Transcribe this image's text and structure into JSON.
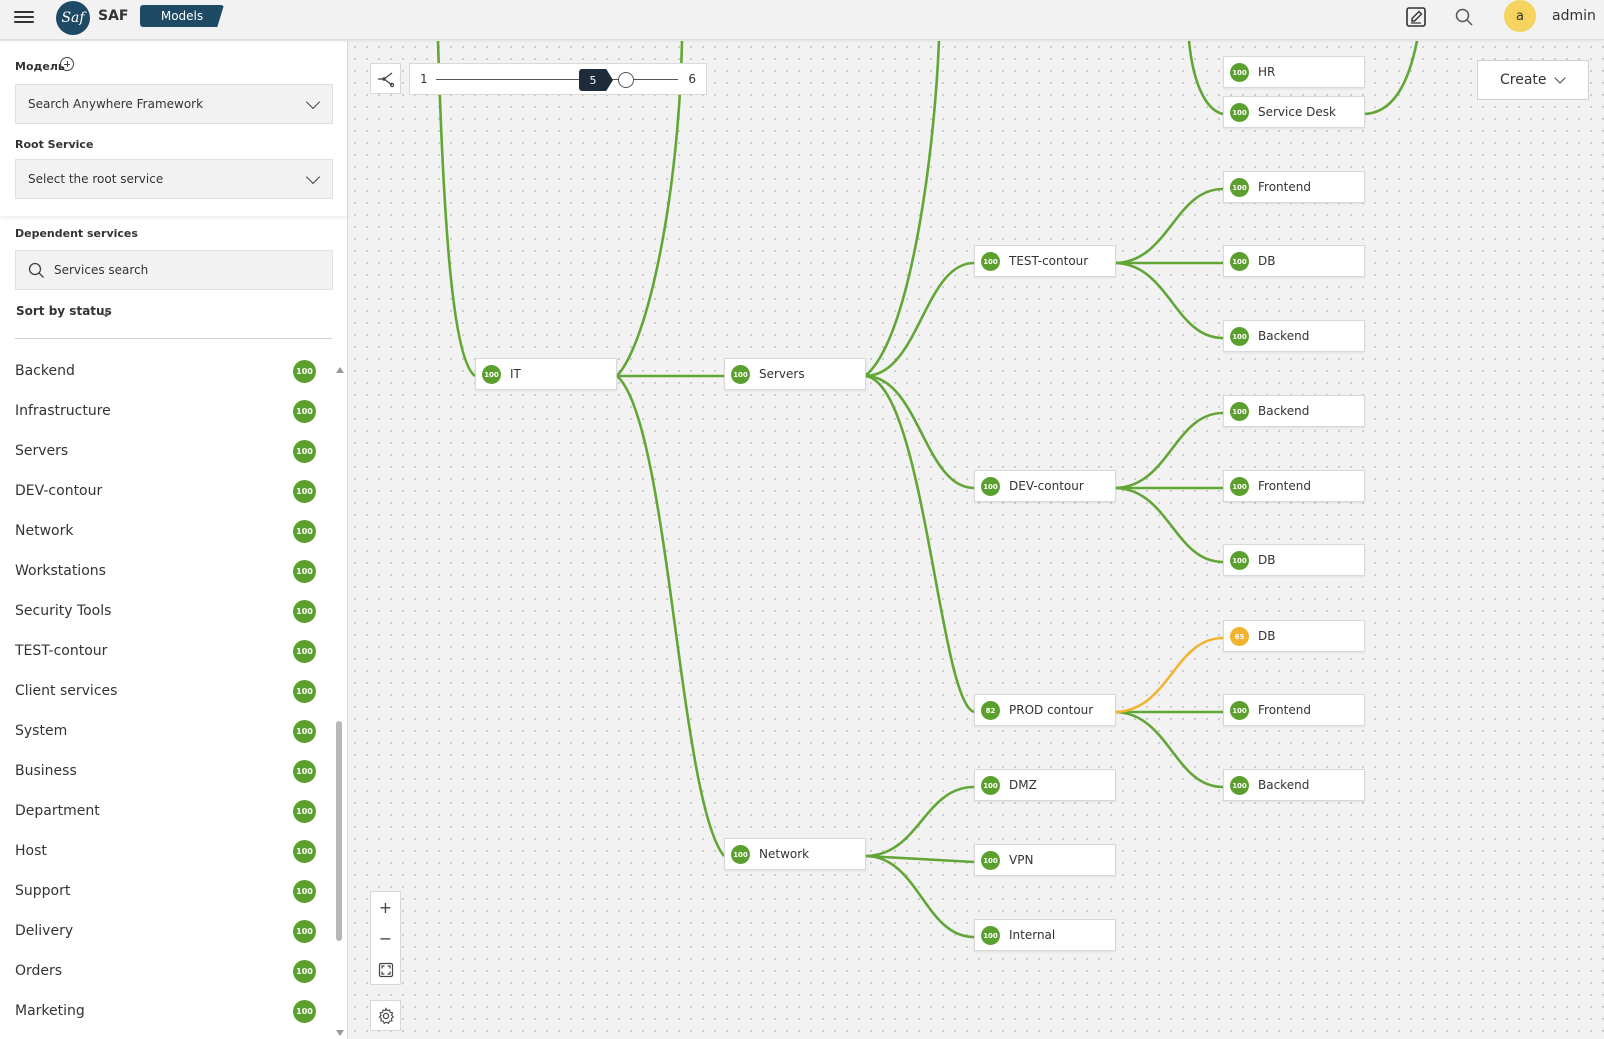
{
  "header": {
    "brand": "SAF",
    "logo_text": "Saf",
    "section_tag": "Models",
    "username": "admin",
    "avatar_letter": "a",
    "icons": [
      "menu-icon",
      "edit-note-icon",
      "search-icon"
    ]
  },
  "sidebar": {
    "model_label": "Модель",
    "model_value": "Search Anywhere Framework",
    "root_label": "Root Service",
    "root_value": "Select the root service",
    "dependent_label": "Dependent services",
    "search_placeholder": "Services search",
    "sort_label": "Sort by status",
    "services": [
      {
        "name": "Backend",
        "status": "100"
      },
      {
        "name": "Infrastructure",
        "status": "100"
      },
      {
        "name": "Servers",
        "status": "100"
      },
      {
        "name": "DEV-contour",
        "status": "100"
      },
      {
        "name": "Network",
        "status": "100"
      },
      {
        "name": "Workstations",
        "status": "100"
      },
      {
        "name": "Security Tools",
        "status": "100"
      },
      {
        "name": "TEST-contour",
        "status": "100"
      },
      {
        "name": "Client services",
        "status": "100"
      },
      {
        "name": "System",
        "status": "100"
      },
      {
        "name": "Business",
        "status": "100"
      },
      {
        "name": "Department",
        "status": "100"
      },
      {
        "name": "Host",
        "status": "100"
      },
      {
        "name": "Support",
        "status": "100"
      },
      {
        "name": "Delivery",
        "status": "100"
      },
      {
        "name": "Orders",
        "status": "100"
      },
      {
        "name": "Marketing",
        "status": "100"
      }
    ]
  },
  "canvas": {
    "depth_min": "1",
    "depth_max": "6",
    "depth_value": "5",
    "create_label": "Create",
    "zoom_in": "+",
    "zoom_out": "−",
    "nodes": [
      {
        "id": "hr",
        "label": "HR",
        "status": "100"
      },
      {
        "id": "service-desk",
        "label": "Service Desk",
        "status": "100"
      },
      {
        "id": "it",
        "label": "IT",
        "status": "100"
      },
      {
        "id": "servers",
        "label": "Servers",
        "status": "100"
      },
      {
        "id": "network",
        "label": "Network",
        "status": "100"
      },
      {
        "id": "test-contour",
        "label": "TEST-contour",
        "status": "100"
      },
      {
        "id": "dev-contour",
        "label": "DEV-contour",
        "status": "100"
      },
      {
        "id": "prod-contour",
        "label": "PROD contour",
        "status": "82"
      },
      {
        "id": "dmz",
        "label": "DMZ",
        "status": "100"
      },
      {
        "id": "vpn",
        "label": "VPN",
        "status": "100"
      },
      {
        "id": "internal",
        "label": "Internal",
        "status": "100"
      },
      {
        "id": "test-frontend",
        "label": "Frontend",
        "status": "100"
      },
      {
        "id": "test-db",
        "label": "DB",
        "status": "100"
      },
      {
        "id": "test-backend",
        "label": "Backend",
        "status": "100"
      },
      {
        "id": "dev-backend",
        "label": "Backend",
        "status": "100"
      },
      {
        "id": "dev-frontend",
        "label": "Frontend",
        "status": "100"
      },
      {
        "id": "dev-db",
        "label": "DB",
        "status": "100"
      },
      {
        "id": "prod-db",
        "label": "DB",
        "status": "65"
      },
      {
        "id": "prod-frontend",
        "label": "Frontend",
        "status": "100"
      },
      {
        "id": "prod-backend",
        "label": "Backend",
        "status": "100"
      }
    ],
    "status_colors": {
      "ok": "#5b9f2e",
      "warning": "#f2b330"
    }
  }
}
